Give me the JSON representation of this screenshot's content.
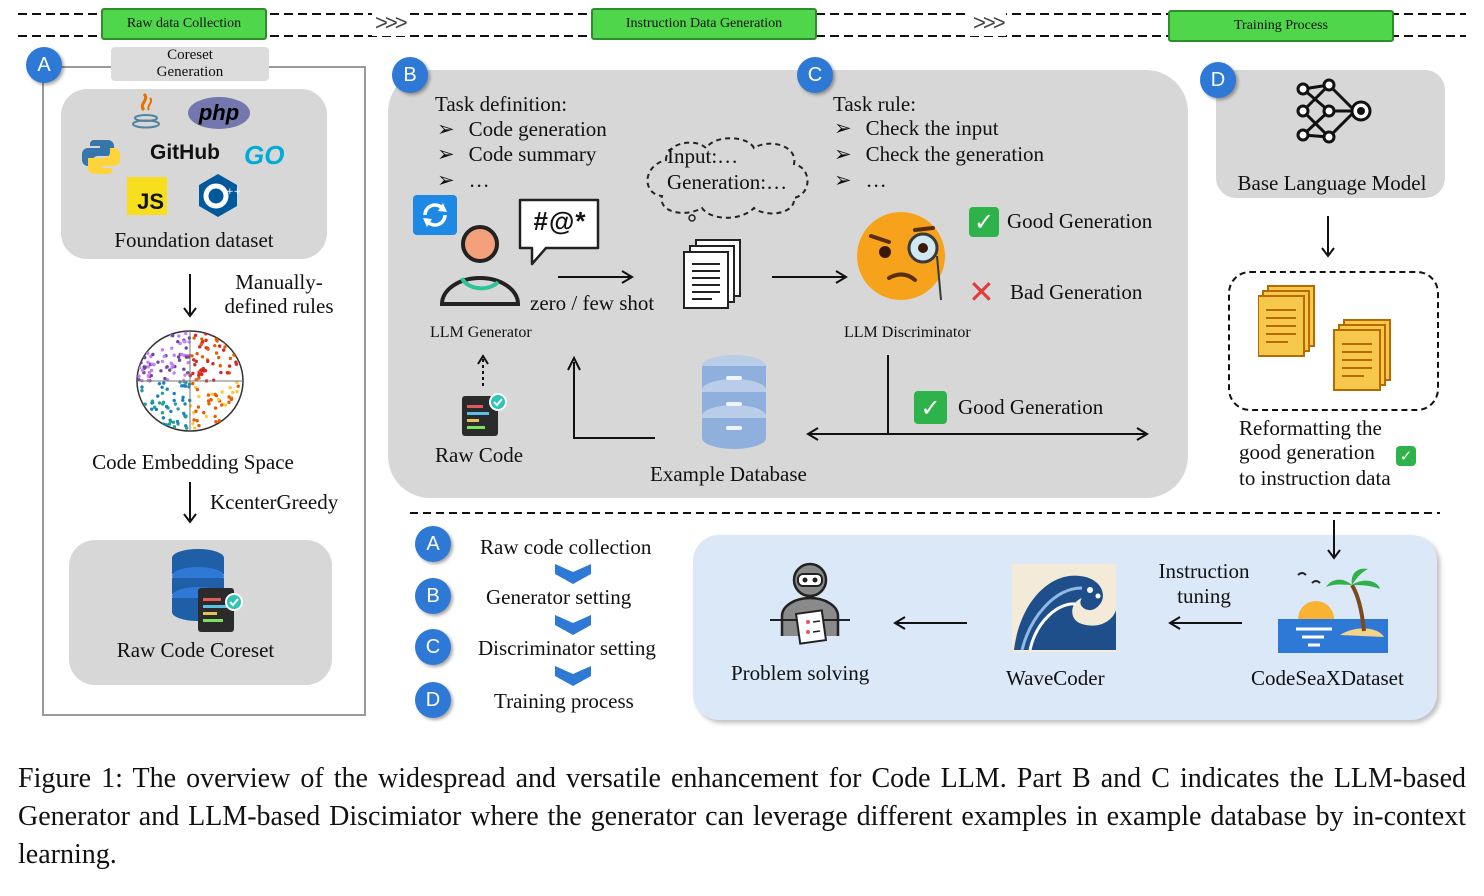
{
  "stages": {
    "raw_data": "Raw data Collection",
    "instruction_data": "Instruction Data Generation",
    "training": "Training Process",
    "chevrons": ">>>"
  },
  "part_a": {
    "letter": "A",
    "coreset_title": "Coreset\nGeneration",
    "foundation_label": "Foundation dataset",
    "logos": [
      "java-logo",
      "php",
      "python-logo",
      "GitHub",
      "GO",
      "JS",
      "c++-logo"
    ],
    "rules_label": "Manually-\ndefined rules",
    "embedding_label": "Code Embedding Space",
    "kcenter_label": "KcenterGreedy",
    "coreset_label": "Raw Code Coreset"
  },
  "part_b": {
    "letter": "B",
    "task_def_title": "Task definition:",
    "task_items": [
      "Code generation",
      "Code summary",
      "…"
    ],
    "speech_text": "#@*",
    "cloud_lines": [
      "Input:…",
      "Generation:…"
    ],
    "zero_few_shot": "zero / few shot",
    "generator_label": "LLM Generator",
    "raw_code_label": "Raw Code",
    "example_db_label": "Example Database"
  },
  "part_c": {
    "letter": "C",
    "task_rule_title": "Task rule:",
    "rule_items": [
      "Check the input",
      "Check the generation",
      "…"
    ],
    "good_generation": "Good Generation",
    "bad_generation": "Bad Generation",
    "discriminator_label": "LLM Discriminator",
    "good_generation_2": "Good Generation",
    "check_mark": "✓",
    "cross_mark": "✕"
  },
  "part_d": {
    "letter": "D",
    "base_model": "Base Language Model",
    "reformat_line1": "Reformatting the",
    "reformat_line2": "good generation",
    "reformat_line3": "to instruction data"
  },
  "legend": {
    "items": [
      {
        "letter": "A",
        "label": "Raw code collection"
      },
      {
        "letter": "B",
        "label": "Generator setting"
      },
      {
        "letter": "C",
        "label": "Discriminator setting"
      },
      {
        "letter": "D",
        "label": "Training process"
      }
    ]
  },
  "bottom_flow": {
    "problem_solving": "Problem solving",
    "wavecoder": "WaveCoder",
    "instruction_tuning": "Instruction\ntuning",
    "dataset": "CodeSeaXDataset"
  },
  "caption": "Figure 1: The overview of the widespread and versatile enhancement for Code LLM. Part B and C indicates the LLM-based Generator and LLM-based Discimiator where the generator can leverage different examples in example database by in-context learning.",
  "colors": {
    "stage_green": "#4fd64a",
    "circle_blue": "#2e78d6",
    "panel_gray": "#d7d7d7",
    "panel_blue": "#dbe8f7",
    "check_green": "#2eb34a",
    "cross_red": "#e23b3b"
  }
}
